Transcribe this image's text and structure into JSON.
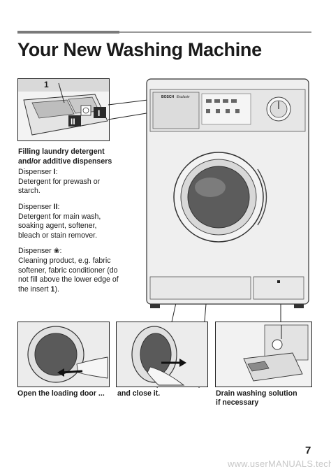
{
  "header": {
    "title": "Your New Washing Machine"
  },
  "dispenser_section": {
    "heading_line1": "Filling laundry detergent",
    "heading_line2": "and/or additive dispensers",
    "dispenser_1": {
      "label": "Dispenser ",
      "roman": "I",
      "colon": ":",
      "text": "Detergent for prewash or starch."
    },
    "dispenser_2": {
      "label": "Dispenser ",
      "roman": "II",
      "colon": ":",
      "text": "Detergent for main wash, soaking agent, softener, bleach or stain remover."
    },
    "dispenser_3": {
      "label": "Dispenser ",
      "symbol": "❀",
      "colon": ":",
      "text_before": "Cleaning product, e.g. fabric softener, fabric conditioner (do not fill above the lower edge of the insert ",
      "insert_num": "1",
      "text_after": ")."
    }
  },
  "illustration_labels": {
    "drawer_number": "1",
    "compartment_I": "I",
    "compartment_II": "II",
    "brand": "BOSCH",
    "model": "Exclusiv"
  },
  "captions": {
    "open_door": "Open the loading door ...",
    "close_door": "and close it.",
    "drain_line1": "Drain washing solution",
    "drain_line2": "if necessary"
  },
  "footer": {
    "page_number": "7",
    "watermark": "www.userMANUALS.tech"
  }
}
